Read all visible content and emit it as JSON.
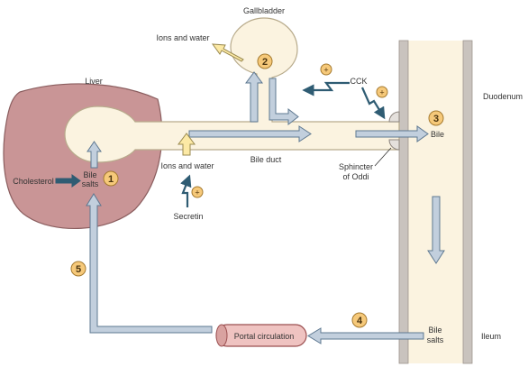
{
  "labels": {
    "gallbladder": "Gallbladder",
    "ions_water_top": "Ions and water",
    "liver": "Liver",
    "cck": "CCK",
    "duodenum": "Duodenum",
    "bile_right": "Bile",
    "bile_salts_liver_line1": "Bile",
    "bile_salts_liver_line2": "salts",
    "cholesterol": "Cholesterol",
    "ions_water_mid": "Ions and water",
    "bile_duct": "Bile duct",
    "sphincter_line1": "Sphincter",
    "sphincter_line2": "of Oddi",
    "secretin": "Secretin",
    "portal_circulation": "Portal circulation",
    "bile_salts_ileum_line1": "Bile",
    "bile_salts_ileum_line2": "salts",
    "ileum": "Ileum"
  },
  "steps": [
    "1",
    "2",
    "3",
    "4",
    "5"
  ],
  "stimulus_sign": "+",
  "colors": {
    "liver_fill": "#c99596",
    "liver_stroke": "#8a5d5e",
    "duct_fill": "#fbf3e0",
    "duct_stroke": "#b8ab8c",
    "intestine_wall": "#c9c3be",
    "arrow_fill": "#c2cfdd",
    "arrow_stroke": "#5e7891",
    "yellow_arrow": "#fce9a5",
    "yellow_arrow_stroke": "#9a8a50",
    "badge_fill": "#f6c97a",
    "badge_stroke": "#a57a2f",
    "hormone_arrow": "#2f5c73",
    "portal_fill": "#efc3c1",
    "portal_stroke": "#9b4f50",
    "text": "#333333"
  },
  "icons": [
    "stimulus-plus-icon",
    "step-number-badge",
    "hormone-arrow-icon"
  ]
}
